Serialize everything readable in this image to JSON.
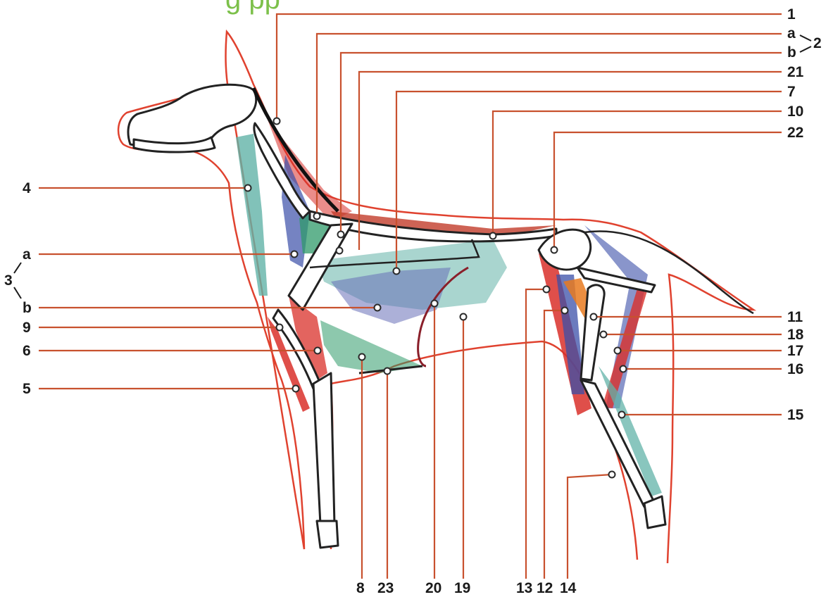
{
  "watermark": "g pp",
  "labels": {
    "l1": "1",
    "l2a": "a",
    "l2b": "b",
    "l2": "2",
    "l21": "21",
    "l7": "7",
    "l10": "10",
    "l22": "22",
    "l4": "4",
    "l3a": "a",
    "l3": "3",
    "l3b": "b",
    "l9": "9",
    "l6": "6",
    "l5": "5",
    "l11": "11",
    "l18": "18",
    "l17": "17",
    "l16": "16",
    "l15": "15",
    "l8": "8",
    "l23": "23",
    "l20": "20",
    "l19": "19",
    "l13": "13",
    "l12": "12",
    "l14": "14"
  },
  "colors": {
    "body_outline": "#e0422f",
    "muscle_red": "#d9302a",
    "muscle_blue": "#3a4fa8",
    "muscle_green": "#2f9a6a",
    "muscle_teal": "#62b3a8",
    "leader_line": "#c8512e",
    "watermark": "#7cc04a"
  }
}
